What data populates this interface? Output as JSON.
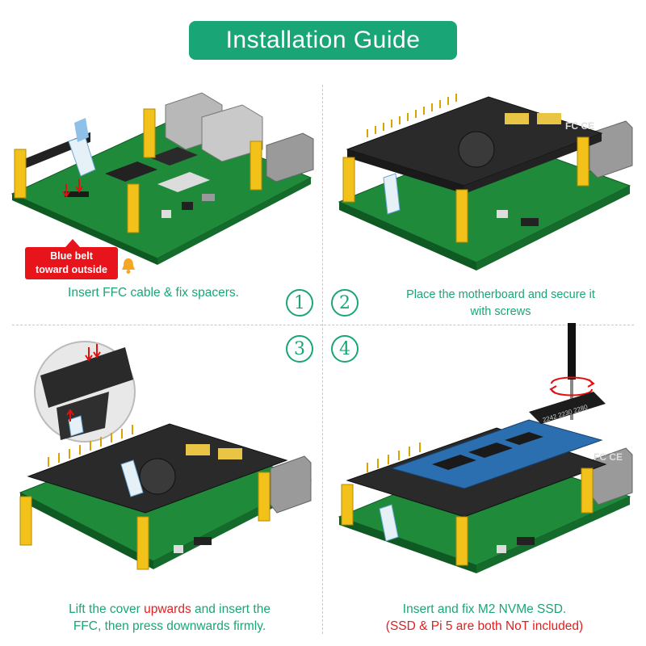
{
  "title": "Installation Guide",
  "steps": [
    {
      "number": "1",
      "caption": "Insert FFC cable & fix spacers."
    },
    {
      "number": "2",
      "caption_line1": "Place the motherboard and secure it",
      "caption_line2": "with screws"
    },
    {
      "number": "3",
      "caption_line1_a": "Lift the cover ",
      "caption_line1_red": "upwards",
      "caption_line1_b": " and insert the",
      "caption_line2": "FFC, then press downwards firmly."
    },
    {
      "number": "4",
      "caption_line1": "Insert and fix M2 NVMe SSD.",
      "caption_line2": "(SSD & Pi 5 are both NoT included)"
    }
  ],
  "warning": {
    "line1": "Blue belt",
    "line2": "toward outside"
  },
  "board_marks": {
    "fcc_ce": "FC CE",
    "slot_label": "2242 2230 2280"
  },
  "colors": {
    "accent": "#1aa577",
    "warning": "#e8141b",
    "pcb": "#1f8a3a",
    "spacer": "#f3c21a",
    "hat": "#2a2a2a"
  }
}
